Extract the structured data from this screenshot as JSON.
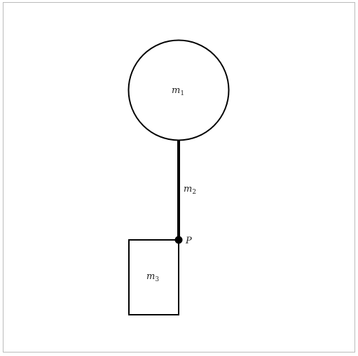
{
  "diagram": {
    "labels": {
      "m1": {
        "base": "m",
        "sub": "1"
      },
      "m2": {
        "base": "m",
        "sub": "2"
      },
      "m3": {
        "base": "m",
        "sub": "3"
      },
      "point": "P"
    },
    "colors": {
      "stroke": "#000000",
      "frame": "#bbbbbb",
      "background": "#ffffff"
    }
  }
}
